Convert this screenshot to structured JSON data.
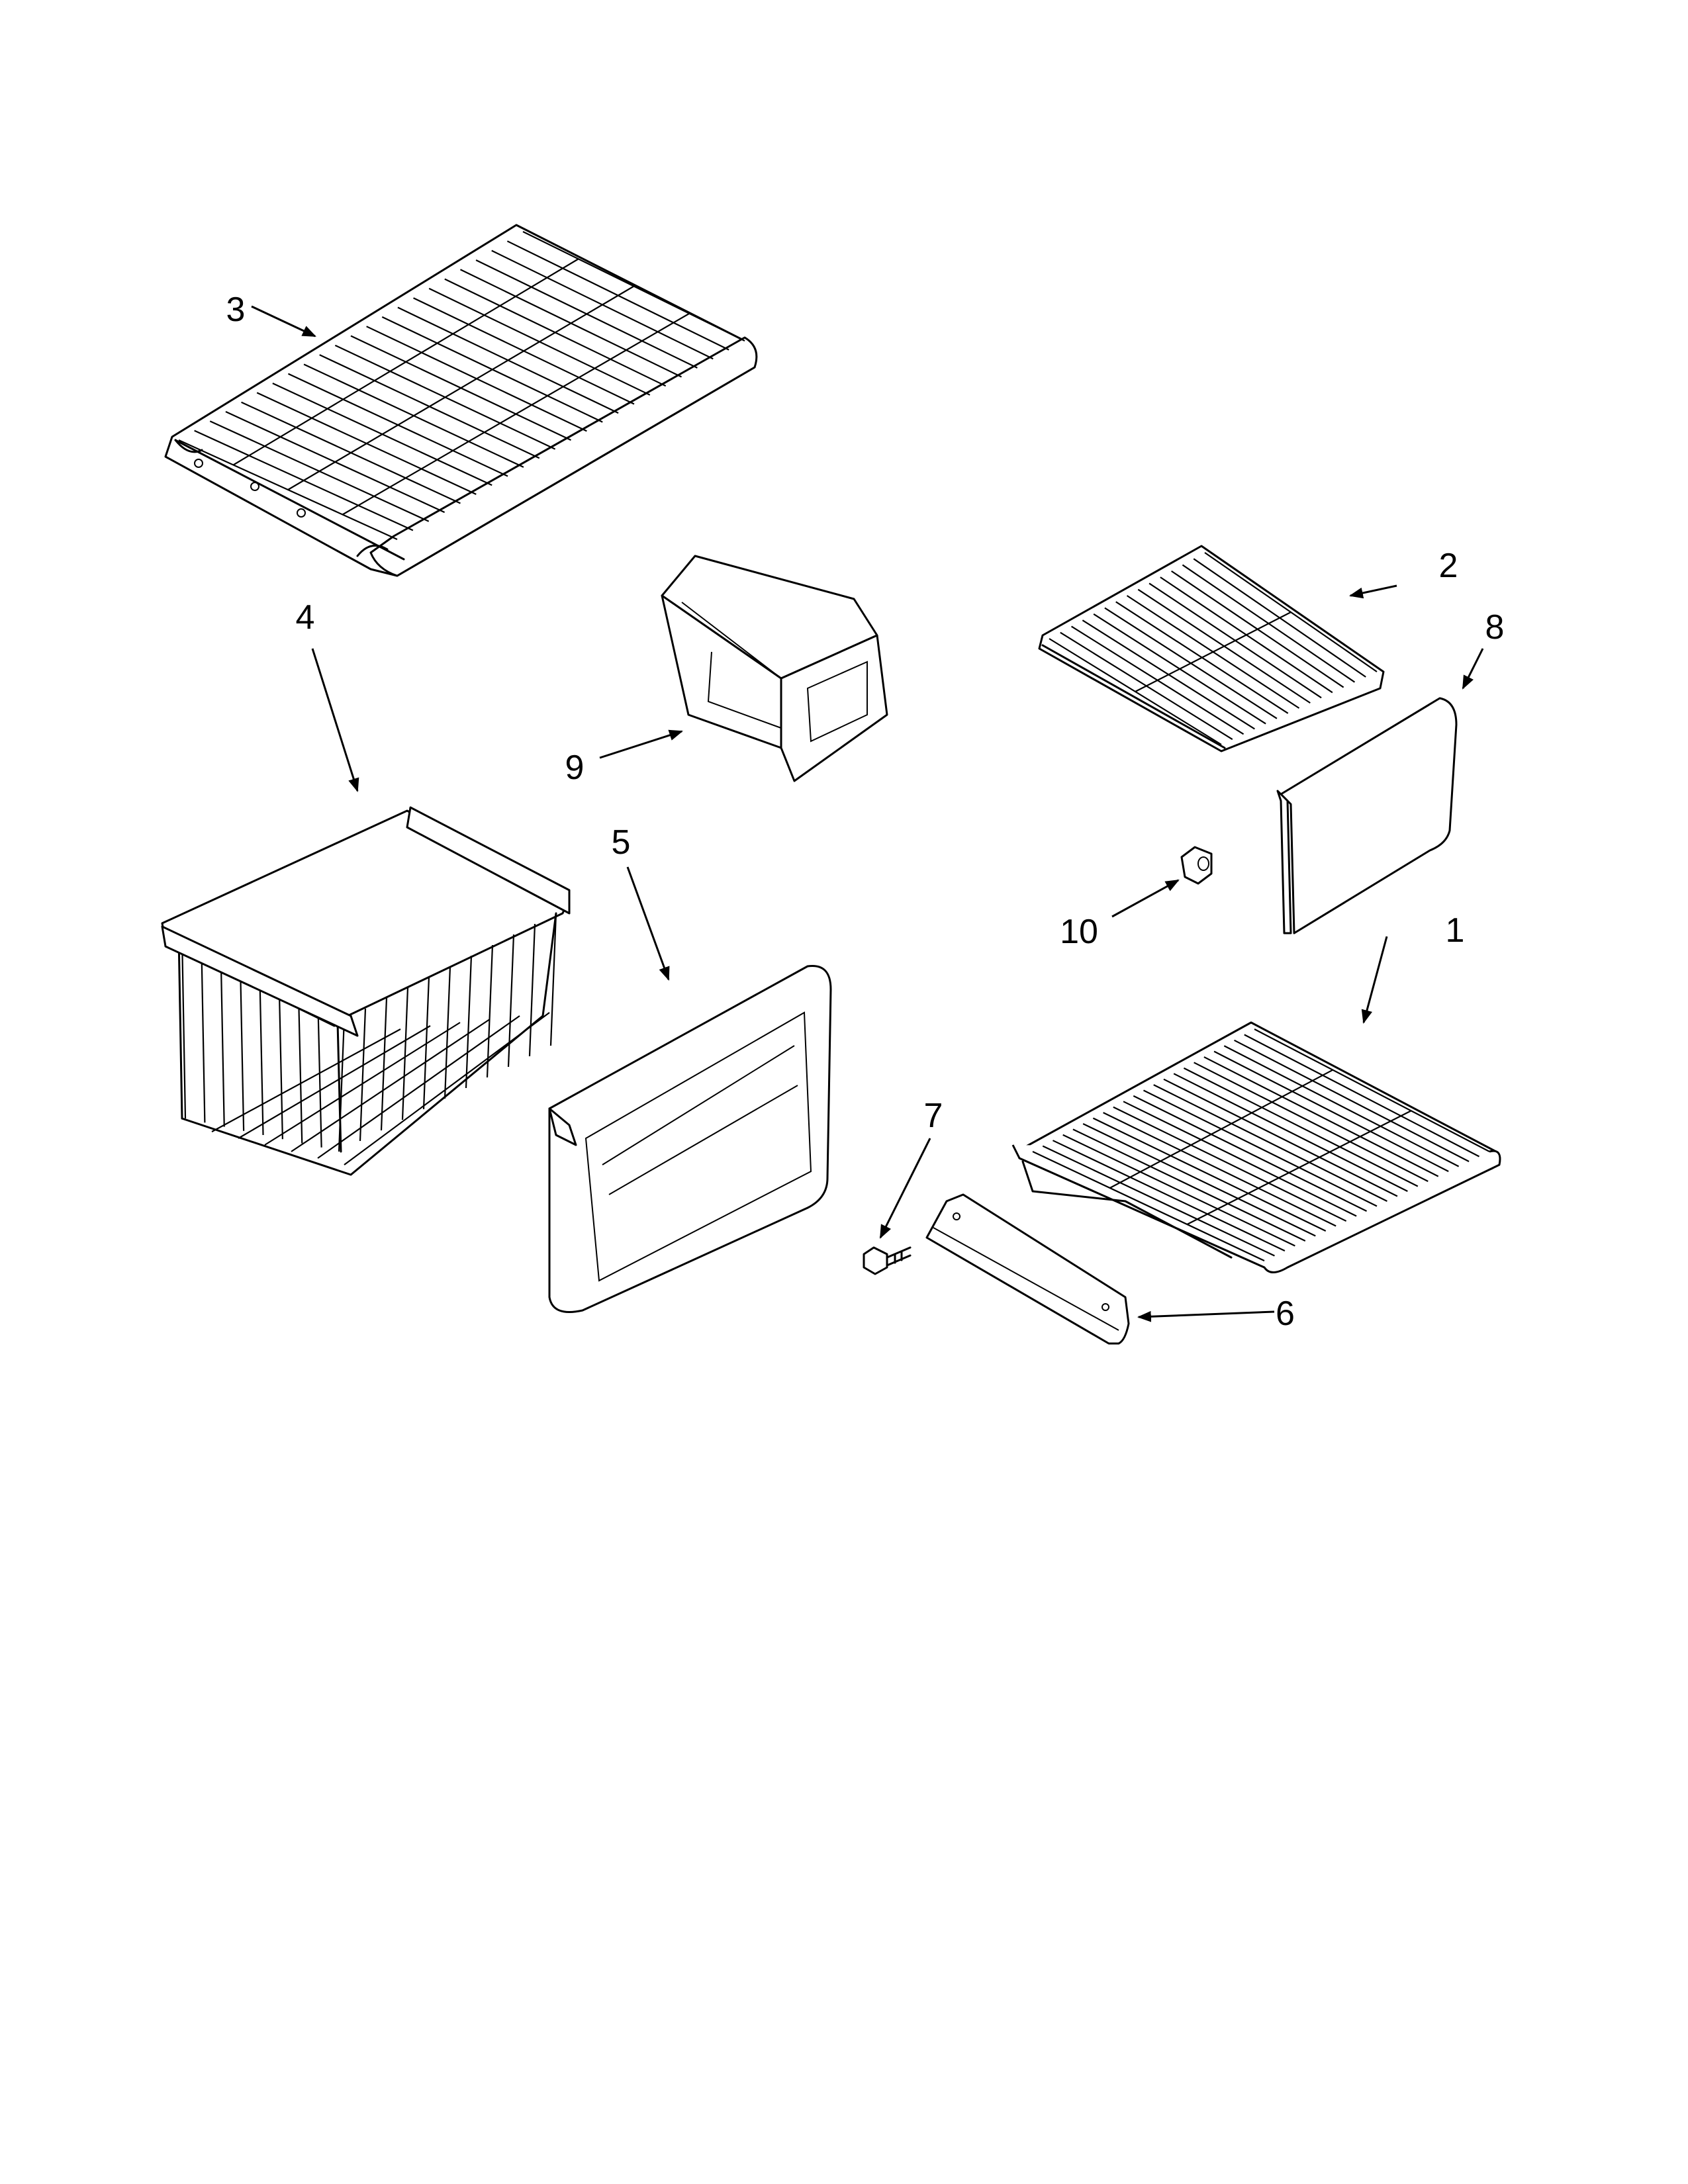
{
  "callouts": [
    {
      "id": "1",
      "label": "1",
      "part": "shelf-wire-lower-right"
    },
    {
      "id": "2",
      "label": "2",
      "part": "shelf-wire-small"
    },
    {
      "id": "3",
      "label": "3",
      "part": "shelf-wire-top"
    },
    {
      "id": "4",
      "label": "4",
      "part": "basket-wire"
    },
    {
      "id": "5",
      "label": "5",
      "part": "drawer-front"
    },
    {
      "id": "6",
      "label": "6",
      "part": "shelf-support-rail"
    },
    {
      "id": "7",
      "label": "7",
      "part": "screw"
    },
    {
      "id": "8",
      "label": "8",
      "part": "shelf-trim"
    },
    {
      "id": "9",
      "label": "9",
      "part": "ice-bin"
    },
    {
      "id": "10",
      "label": "10",
      "part": "bumper"
    }
  ]
}
